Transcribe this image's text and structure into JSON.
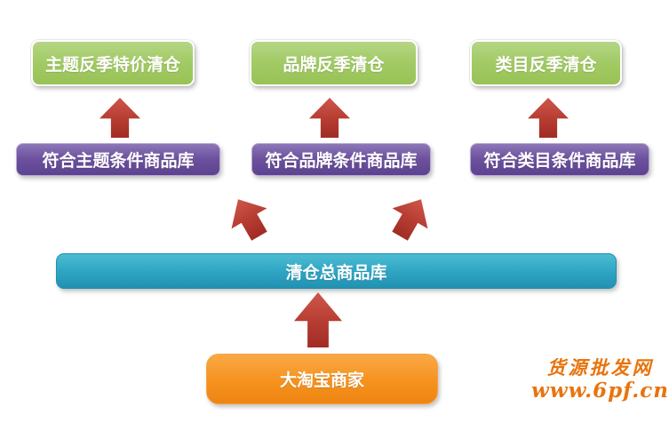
{
  "diagram": {
    "top_row": [
      {
        "label": "主题反季特价清仓"
      },
      {
        "label": "品牌反季清仓"
      },
      {
        "label": "类目反季清仓"
      }
    ],
    "middle_row": [
      {
        "label": "符合主题条件商品库"
      },
      {
        "label": "符合品牌条件商品库"
      },
      {
        "label": "符合类目条件商品库"
      }
    ],
    "pool_bar": {
      "label": "清仓总商品库"
    },
    "source_box": {
      "label": "大淘宝商家"
    }
  },
  "watermark": {
    "site_name": "货源批发网",
    "url": "www.6pf.cn"
  },
  "colors": {
    "top_row_green": "#a3cb66",
    "middle_row_purple": "#6d539f",
    "pool_bar_teal": "#2fa6c4",
    "source_box_orange": "#f6921e",
    "arrow_red": "#b63c32",
    "watermark_orange": "#e8740e",
    "background": "#ffffff",
    "text": "#ffffff"
  },
  "icons": {
    "connectors": "red-up-arrow"
  }
}
